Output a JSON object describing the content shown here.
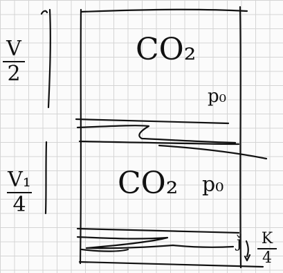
{
  "top_region": {
    "gas": "CO₂",
    "pressure": "p₀",
    "volume_num": "V",
    "volume_den": "2"
  },
  "middle_region": {
    "gas": "CO₂",
    "pressure": "p₀",
    "volume_num": "V₁",
    "volume_den": "4"
  },
  "bottom_region": {
    "note": "ǰ",
    "num": "K",
    "den": "4"
  }
}
